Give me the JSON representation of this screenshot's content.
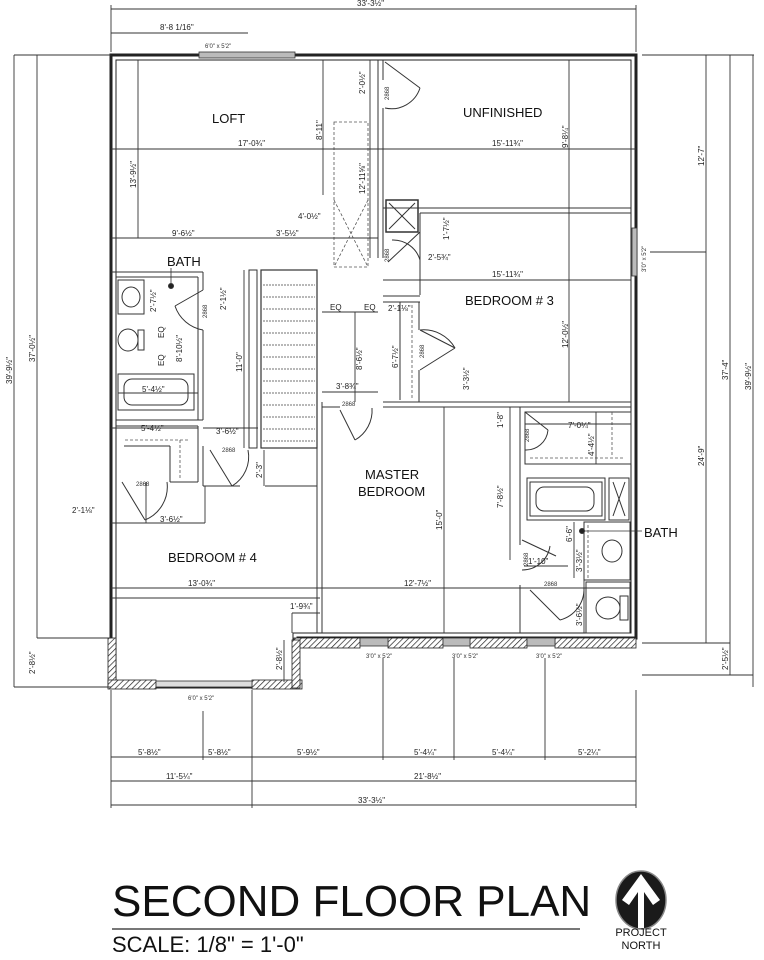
{
  "title": "SECOND FLOOR PLAN",
  "scale": "SCALE: 1/8\" = 1'-0\"",
  "north_arrow": {
    "icon": "north-arrow-icon",
    "label_line1": "PROJECT",
    "label_line2": "NORTH"
  },
  "rooms": {
    "loft": "LOFT",
    "unfinished": "UNFINISHED",
    "bath_upper": "BATH",
    "bedroom3": "BEDROOM # 3",
    "master_line1": "MASTER",
    "master_line2": "BEDROOM",
    "bath_master": "BATH",
    "bedroom4": "BEDROOM # 4"
  },
  "windows": {
    "loft": "6'0\" x 5'2\"",
    "bedroom3": "3'0\" x 5'2\"",
    "master1": "3'0\" x 5'2\"",
    "master2": "3'0\" x 5'2\"",
    "bath": "3'0\" x 5'2\"",
    "bedroom4": "6'0\" x 5'2\""
  },
  "doors": {
    "code": "2868"
  },
  "dimensions": {
    "top_overall": "33'-3½\"",
    "top_window": "8'-8 1/16\"",
    "loft_width": "17'-0¾\"",
    "loft_depth": "13'-9½\"",
    "loft_9": "9'-6½\"",
    "loft_3": "3'-5½\"",
    "loft_8_11": "8'-11\"",
    "loft_4": "4'-0½\"",
    "hall_2_0": "2'-0½\"",
    "hall_12_11": "12'-11⅝\"",
    "unfinished_width": "15'-11¾\"",
    "unfinished_depth": "9'-8¼\"",
    "closet_1_7": "1'-7½\"",
    "closet_2_5": "2'-5¾\"",
    "bed3_width": "15'-11¾\"",
    "bed3_depth": "12'-0½\"",
    "bed3_door": "3'-3½\"",
    "bed3_closet_w": "2'-1⅛\"",
    "bed3_closet_d": "6'-7½\"",
    "bath_2_7": "2'-7½\"",
    "bath_2_1": "2'-1½\"",
    "bath_8_10": "8'-10½\"",
    "bath_tub": "5'-4½\"",
    "eq": "EQ",
    "stair_11": "11'-0\"",
    "hall_8_6": "8'-6½\"",
    "hall_3_8": "3'-8¾\"",
    "closet4_w": "5'-4½\"",
    "hall_3_6": "3'-6½\"",
    "hall_2_3": "2'-3\"",
    "bed4_2_1": "2'-1⅛\"",
    "bed4_3_6": "3'-6½\"",
    "bed4_width": "13'-0¾\"",
    "bed4_1_9": "1'-9¾\"",
    "bed4_2_8": "2'-8½\"",
    "master_width": "12'-7½\"",
    "master_depth": "15'-0\"",
    "mb_1_8": "1'-8\"",
    "mb_7_8": "7'-8½\"",
    "mb_7_0": "7'-0¼\"",
    "mb_4_4": "4'-4½\"",
    "mb_6_6": "6'-6\"",
    "mb_3_3": "3'-3½\"",
    "mb_1_10": "1'-10\"",
    "mb_3_6": "3'-6½\"",
    "left_outer": "39'-9½\"",
    "left_inner": "37'-0½\"",
    "left_bottom": "2'-8½\"",
    "right_12_7": "12'-7\"",
    "right_37_4": "37'-4\"",
    "right_39_9": "39'-9½\"",
    "right_24_9": "24'-9\"",
    "right_2_5": "2'-5½\"",
    "bottom_row1": [
      "5'-8½\"",
      "5'-8½\"",
      "5'-9½\"",
      "5'-4¼\"",
      "5'-4¼\"",
      "5'-2¼\""
    ],
    "bottom_row2": [
      "11'-5¼\"",
      "21'-8½\""
    ],
    "bottom_overall": "33'-3½\""
  }
}
